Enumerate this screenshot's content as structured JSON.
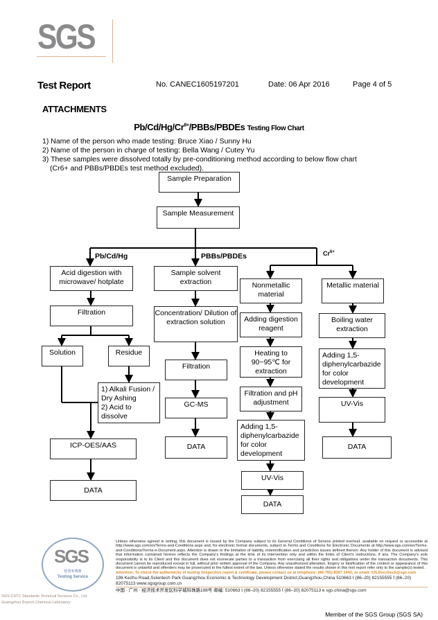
{
  "logo": "SGS",
  "header": {
    "title": "Test Report",
    "report_no": "No. CANEC1605197201",
    "date": "Date: 06 Apr 2016",
    "page": "Page 4 of 5"
  },
  "section": "ATTACHMENTS",
  "flow_title": {
    "main": "Pb/Cd/Hg/Cr6+/PBBs/PBDEs",
    "sub": "Testing Flow Chart"
  },
  "notes": [
    "1) Name of the person who made testing:  Bruce Xiao / Sunny Hu",
    "2) Name of the person in charge of testing:  Bella Wang / Cutey Yu",
    "3) These samples were dissolved totally by  pre-conditioning method according to below flow chart",
    "(Cr6+ and PBBs/PBDEs  test method excluded)."
  ],
  "flow": {
    "prep": "Sample Preparation",
    "measure": "Sample Measurement",
    "branch_pb": "Pb/Cd/Hg",
    "branch_pbb": "PBBs/PBDEs",
    "branch_cr": "Cr6+",
    "pb": {
      "acid": "Acid digestion with microwave/ hotplate",
      "filtration": "Filtration",
      "solution": "Solution",
      "residue": "Residue",
      "alkali": "1) Alkali Fusion / Dry Ashing\n2) Acid to dissolve",
      "icp": "ICP-OES/AAS",
      "data": "DATA"
    },
    "pbb": {
      "extract": "Sample solvent extraction",
      "conc": "Concentration/ Dilution of extraction solution",
      "filtration": "Filtration",
      "gcms": "GC-MS",
      "data": "DATA"
    },
    "nonmetal": {
      "title": "Nonmetallic material",
      "digest": "Adding digestion reagent",
      "heat": "Heating to 90~95℃  for extraction",
      "filt": "Filtration and pH adjustment",
      "add": "Adding 1,5-diphenylcarbazide for color development",
      "uv": "UV-Vis",
      "data": "DATA"
    },
    "metal": {
      "title": "Metallic material",
      "boil": "Boiling water extraction",
      "add": "Adding 1,5-diphenylcarbazide for color development",
      "uv": "UV-Vis",
      "data": "DATA"
    }
  },
  "footer": {
    "disclaimer": "Unless otherwise agreed in writing, this document is issued by the Company subject to its General Conditions of Service printed overleaf, available on request or accessible at http://www.sgs.com/en/Terms-and-Conditions.aspx and, for electronic format documents, subject to Terms and Conditions for Electronic Documents at http://www.sgs.com/en/Terms-and-Conditions/Terms-e-Document.aspx. Attention is drawn to the limitation of liability, indemnification and jurisdiction issues defined therein. Any holder of this document is advised that information contained hereon reflects the Company's findings at the time of its intervention only and within the limits of Client's instructions, if any. The Company's sole responsibility is to its Client and this document does not exonerate parties to a transaction from exercising all their rights and obligations under the transaction documents. This document cannot be reproduced except in full, without prior written approval of the Company. Any unauthorized alteration, forgery or falsification of the content or appearance of this document is unlawful and offenders may be prosecuted to the fullest extent of the law. Unless otherwise stated the results shown in this test report refer only to the sample(s) tested .",
    "attention": "Attention: To check the authenticity of testing /inspection report & certificate, please contact us at telephone: (86-755) 8307 1443, or email: CN.Doccheck@sgs.com",
    "address_en": "198 Kezhu Road,Scientech Park Guangzhou Economic & Technology Development District,Guangzhou,China  510663   t (86–20) 82155555   f (86–20) 82075113   www.sgsgroup.com.cn",
    "address_cn": "中国 · 广州 · 经济技术开发区科学城科珠路198号          邮编: 510663   t (86–20) 82155555   f (86–20) 82075113   e sgs.china@sgs.com",
    "seal_cn": "检测专用章",
    "seal_en": "Testing Service",
    "seal_logo": "SGS",
    "lab1": "SGS-CSTC Standards Technical Services Co., Ltd.",
    "lab2": "Guangzhou Branch Chemical Laboratory",
    "member": "Member of the SGS Group (SGS SA)"
  }
}
